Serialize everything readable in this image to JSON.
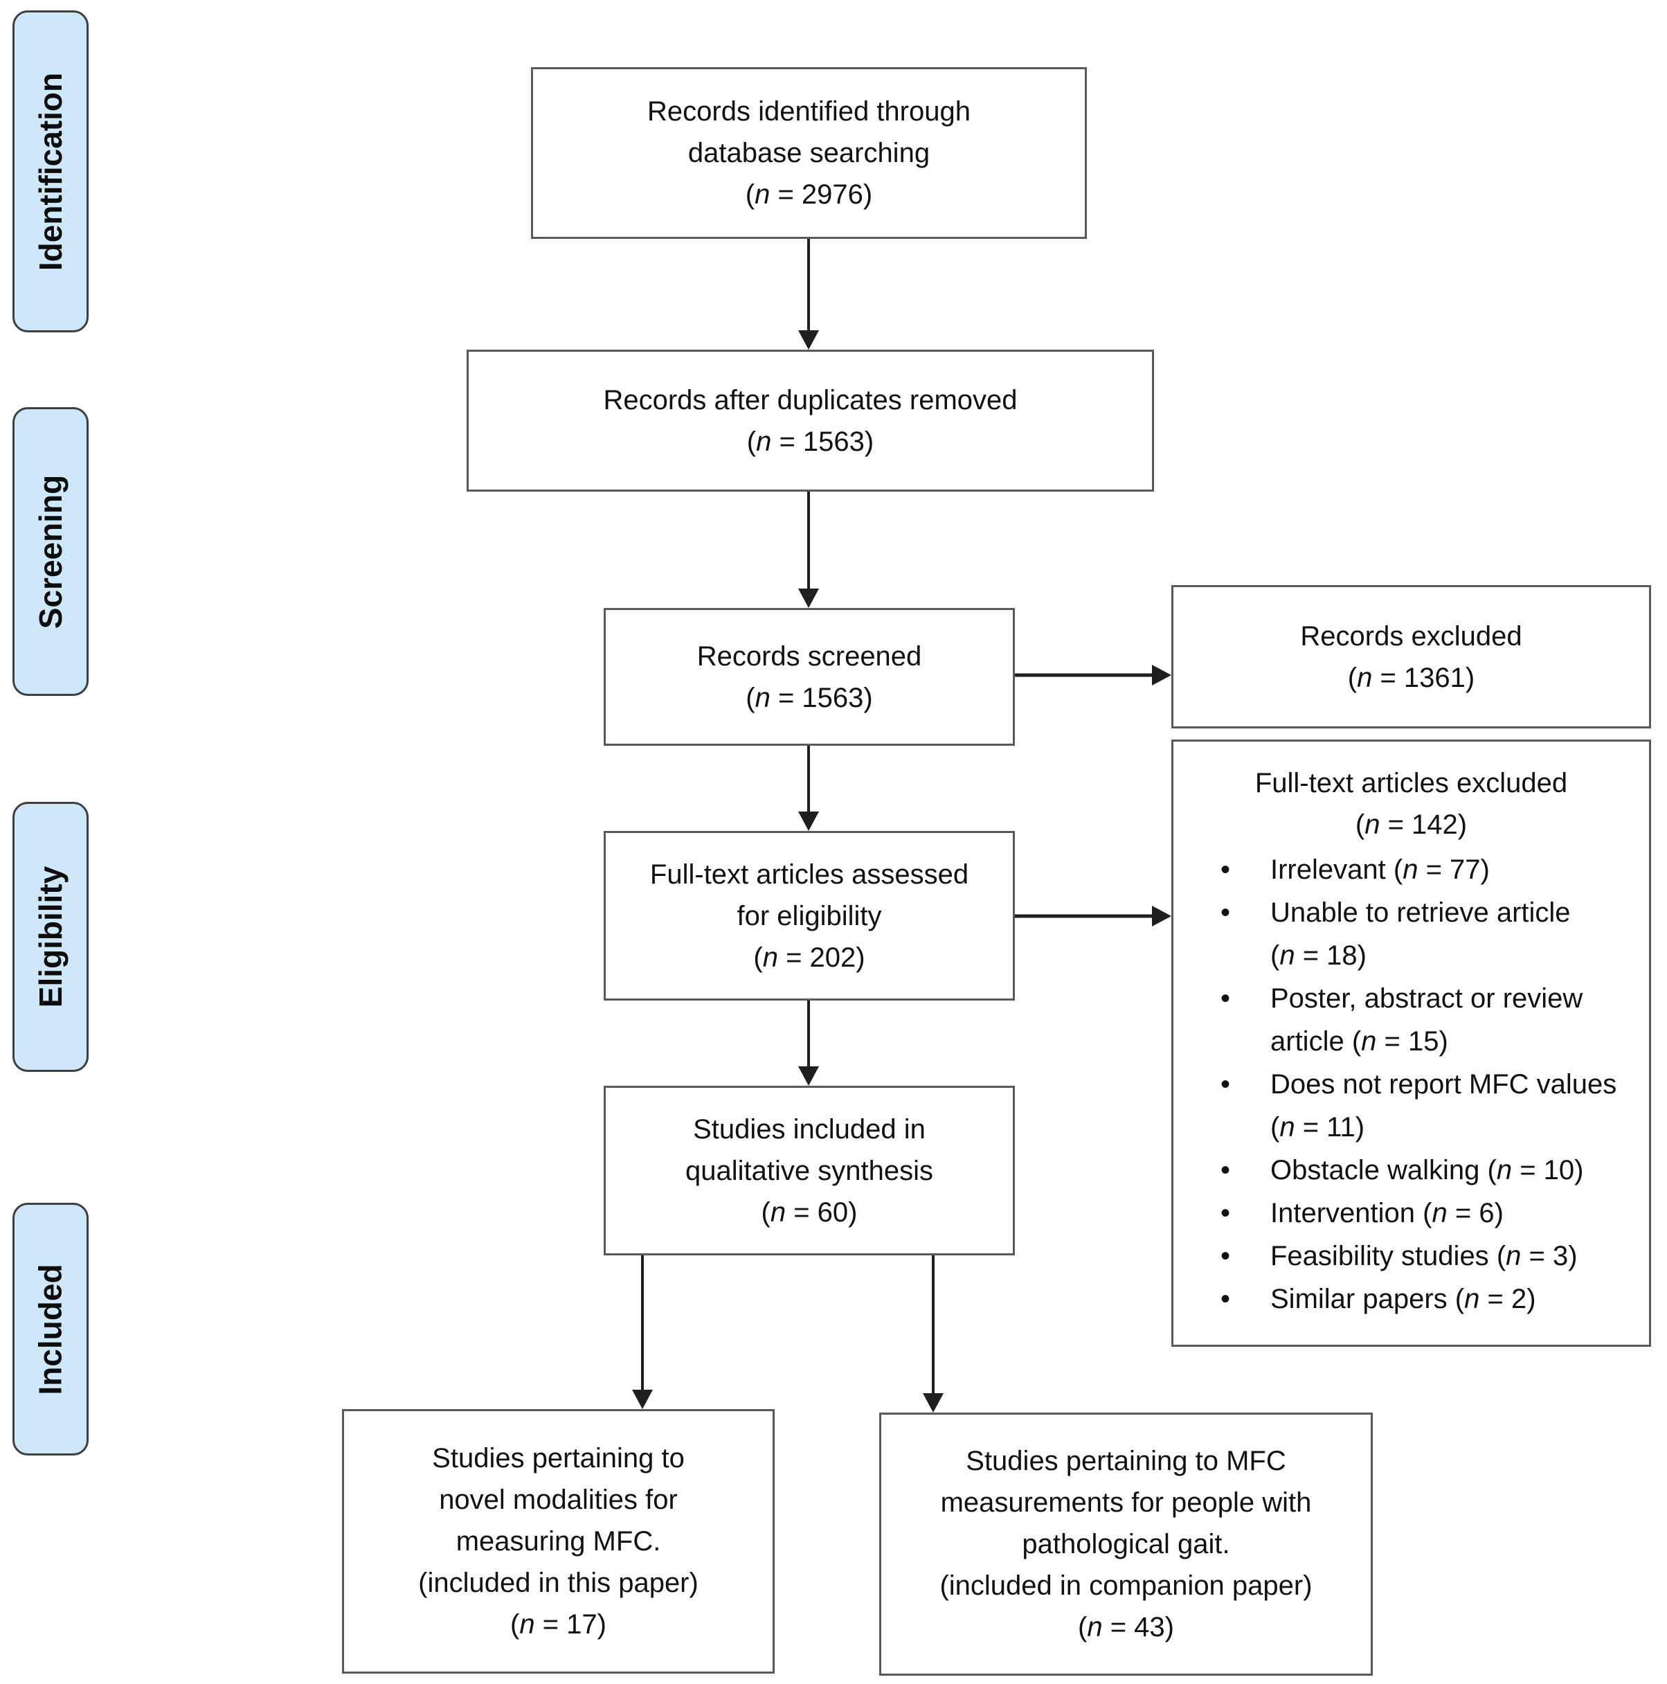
{
  "tokens": {
    "open": "(",
    "nvar": "n",
    "eq": " = ",
    "close": ")"
  },
  "stages": {
    "identification": "Identification",
    "screening": "Screening",
    "eligibility": "Eligibility",
    "included": "Included"
  },
  "boxes": {
    "identified": {
      "lines": [
        "Records identified through",
        "database searching"
      ],
      "n": "2976"
    },
    "deduplicated": {
      "lines": [
        "Records after duplicates removed"
      ],
      "n": "1563"
    },
    "screened": {
      "lines": [
        "Records screened"
      ],
      "n": "1563"
    },
    "fulltext_assessed": {
      "lines": [
        "Full-text articles assessed",
        "for eligibility"
      ],
      "n": "202"
    },
    "qualitative": {
      "lines": [
        "Studies included in",
        "qualitative synthesis"
      ],
      "n": "60"
    },
    "novel_modalities": {
      "lines": [
        "Studies pertaining to",
        "novel modalities for",
        "measuring MFC.",
        "(included in this paper)"
      ],
      "n": "17"
    },
    "pathological_gait": {
      "lines": [
        "Studies pertaining to MFC",
        "measurements for people with",
        "pathological gait.",
        "(included in companion paper)"
      ],
      "n": "43"
    },
    "records_excluded": {
      "lines": [
        "Records excluded"
      ],
      "n": "1361"
    },
    "fulltext_excluded": {
      "title": "Full-text articles excluded",
      "n": "142",
      "items": [
        {
          "text": "Irrelevant",
          "n": "77"
        },
        {
          "text": "Unable to retrieve article",
          "n": "18"
        },
        {
          "text": "Poster, abstract or review article",
          "n": "15"
        },
        {
          "text": "Does not report MFC values",
          "n": "11"
        },
        {
          "text": "Obstacle walking",
          "n": "10"
        },
        {
          "text": "Intervention",
          "n": "6"
        },
        {
          "text": "Feasibility studies",
          "n": "3"
        },
        {
          "text": "Similar papers",
          "n": "2"
        }
      ]
    }
  },
  "colors": {
    "stage_fill": "#cfe8f9",
    "stage_border": "#3f3f3f",
    "box_border": "#595959",
    "arrow": "#1f1f1f"
  }
}
